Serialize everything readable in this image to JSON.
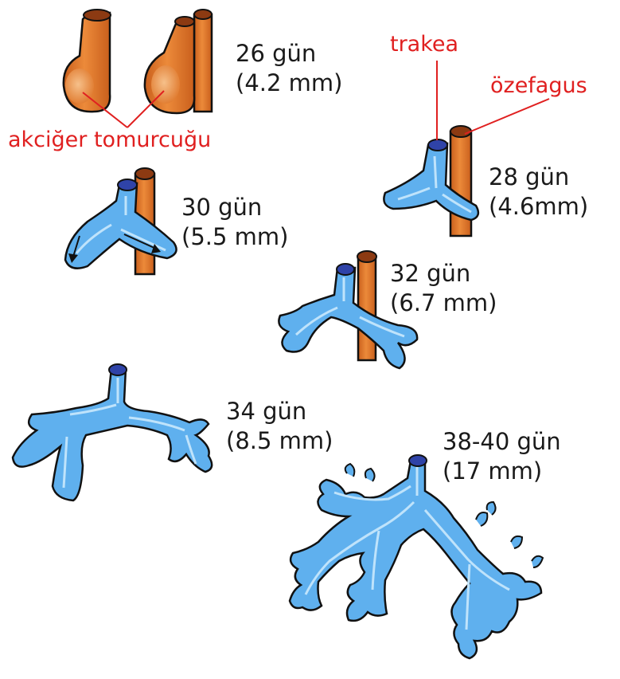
{
  "stages": [
    {
      "day": "26 gün",
      "size": "(4.2 mm)"
    },
    {
      "day": "28 gün",
      "size": "(4.6mm)"
    },
    {
      "day": "30 gün",
      "size": "(5.5 mm)"
    },
    {
      "day": "32 gün",
      "size": "(6.7 mm)"
    },
    {
      "day": "34 gün",
      "size": "(8.5 mm)"
    },
    {
      "day": "38-40 gün",
      "size": "(17 mm)"
    }
  ],
  "annotations": {
    "lung_bud": "akciğer tomurcuğu",
    "trachea": "trakea",
    "esophagus": "özefagus"
  },
  "colors": {
    "esophagus_fill": "#e07a2e",
    "esophagus_top": "#8c3a12",
    "bud_fill": "#5fb0ee",
    "bud_highlight": "#bfe3fb",
    "trachea_opening": "#2f43a8",
    "annotation_text": "#e02020",
    "label_text": "#1a1a1a"
  }
}
